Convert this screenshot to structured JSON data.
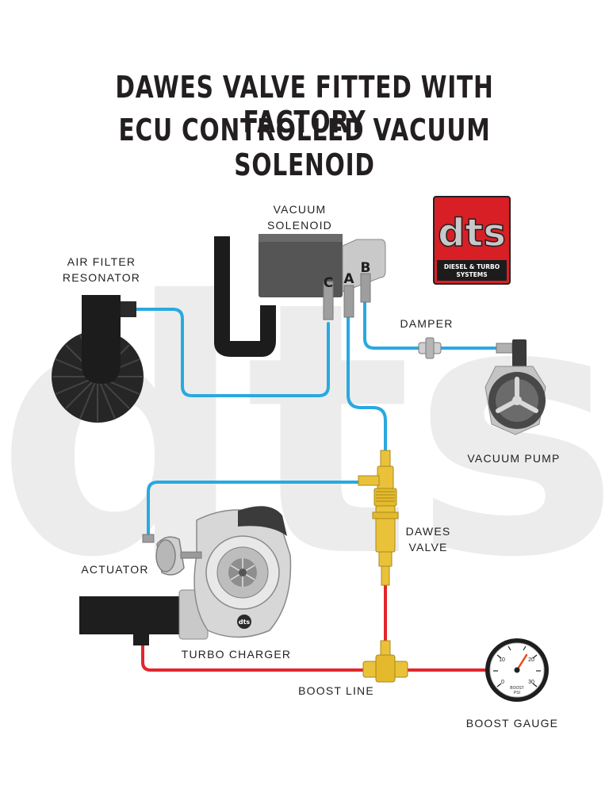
{
  "title": {
    "line1": "DAWES VALVE FITTED WITH FACTORY",
    "line2": "ECU CONTROLLED VACUUM SOLENOID"
  },
  "watermark": "dts",
  "logo": {
    "mark": "dts",
    "line1": "DIESEL & TURBO",
    "line2": "SYSTEMS"
  },
  "labels": {
    "vacuum_solenoid": [
      "VACUUM",
      "SOLENOID"
    ],
    "air_filter": [
      "AIR FILTER",
      "RESONATOR"
    ],
    "damper": "DAMPER",
    "vacuum_pump": "VACUUM PUMP",
    "dawes_valve": [
      "DAWES",
      "VALVE"
    ],
    "actuator": "ACTUATOR",
    "turbo_charger": "TURBO CHARGER",
    "boost_line": "BOOST LINE",
    "boost_gauge": "BOOST GAUGE"
  },
  "ports": {
    "a": "A",
    "b": "B",
    "c": "C"
  },
  "gauge": {
    "ticks": [
      "0",
      "10",
      "20",
      "30"
    ],
    "face_text": [
      "BOOST",
      "PSI"
    ]
  },
  "turbo_badge": "dts",
  "colors": {
    "vacuum_line": "#29a9e0",
    "boost_line": "#e2262d",
    "brass": "#e9c23a",
    "component": "#222222",
    "logo_red": "#d81f26",
    "watermark": "#e8e8e8"
  }
}
